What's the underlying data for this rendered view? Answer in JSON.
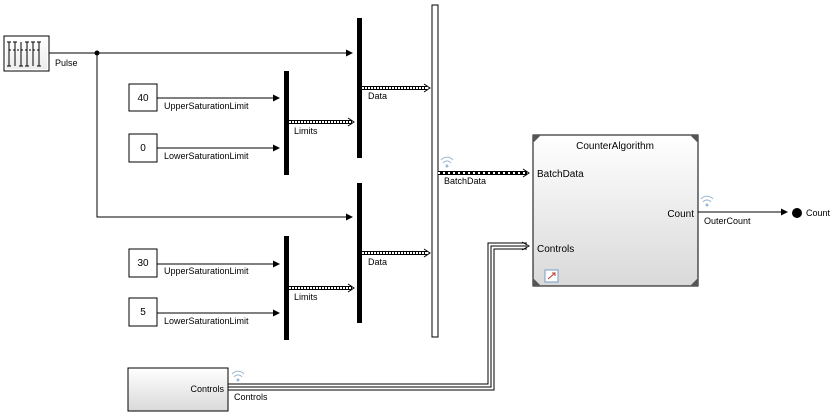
{
  "pulse": {
    "label": "Pulse"
  },
  "const_upper_1": {
    "value": "40",
    "signal": "UpperSaturationLimit"
  },
  "const_lower_1": {
    "value": "0",
    "signal": "LowerSaturationLimit"
  },
  "const_upper_2": {
    "value": "30",
    "signal": "UpperSaturationLimit"
  },
  "const_lower_2": {
    "value": "5",
    "signal": "LowerSaturationLimit"
  },
  "limits_1": {
    "label": "Limits"
  },
  "limits_2": {
    "label": "Limits"
  },
  "data_1": {
    "label": "Data"
  },
  "data_2": {
    "label": "Data"
  },
  "batch": {
    "label": "BatchData"
  },
  "controls_block": {
    "port": "Controls",
    "signal": "Controls"
  },
  "counter": {
    "title": "CounterAlgorithm",
    "in1": "BatchData",
    "in2": "Controls",
    "out1": "Count",
    "out_signal": "OuterCount"
  },
  "outport": {
    "label": "Count"
  },
  "colors": {
    "line": "#000000",
    "block_border": "#000000",
    "wifi": "#9bb7d4"
  }
}
